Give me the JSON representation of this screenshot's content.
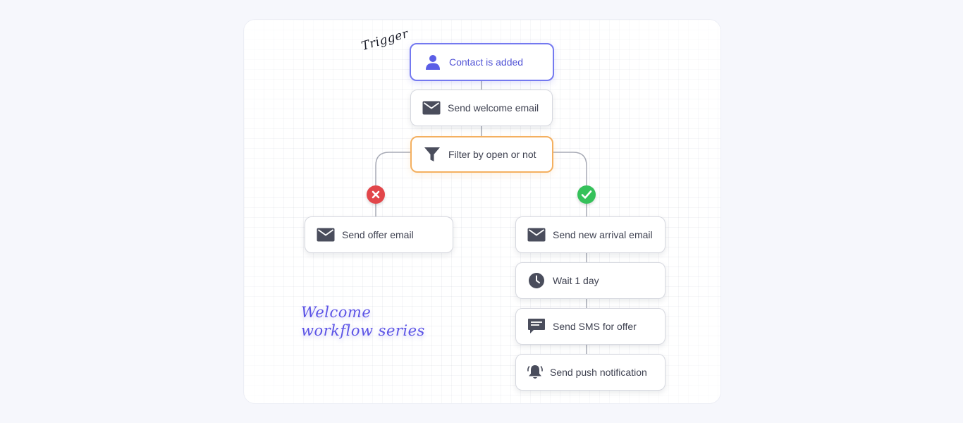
{
  "annotations": {
    "trigger": "Trigger",
    "title_line1": "Welcome",
    "title_line2": "workflow series"
  },
  "nodes": {
    "trigger": {
      "label": "Contact is added",
      "icon": "user-icon"
    },
    "welcome_email": {
      "label": "Send welcome email",
      "icon": "envelope-icon"
    },
    "filter": {
      "label": "Filter by open or not",
      "icon": "funnel-icon"
    },
    "offer_email": {
      "label": "Send offer email",
      "icon": "envelope-icon"
    },
    "new_arrival_email": {
      "label": "Send new arrival email",
      "icon": "envelope-icon"
    },
    "wait": {
      "label": "Wait 1 day",
      "icon": "clock-icon"
    },
    "sms": {
      "label": "Send SMS for offer",
      "icon": "chat-bubble-icon"
    },
    "push": {
      "label": "Send push notification",
      "icon": "bell-icon"
    }
  },
  "branches": {
    "not_opened": {
      "icon": "x-circle-icon",
      "color": "#e2464a"
    },
    "opened": {
      "icon": "check-circle-icon",
      "color": "#35c15a"
    }
  },
  "colors": {
    "trigger_border": "#7479f0",
    "trigger_text": "#5254d6",
    "filter_border": "#f4b060",
    "icon": "#4a4d5c",
    "title_accent": "#5b53e6"
  }
}
